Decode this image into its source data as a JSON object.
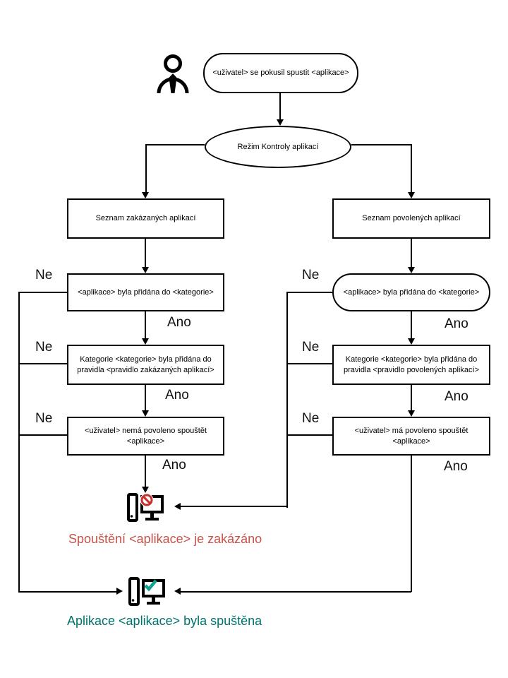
{
  "nodes": {
    "start": {
      "label": "<uživatel> se pokusil spustit <aplikace>"
    },
    "mode": {
      "label": "Režim Kontroly aplikací"
    },
    "denylist": {
      "label": "Seznam zakázaných aplikací"
    },
    "allowlist": {
      "label": "Seznam povolených aplikací"
    },
    "deny_category": {
      "label": "<aplikace> byla přidána do <kategorie>"
    },
    "allow_category": {
      "label": "<aplikace> byla přidána do <kategorie>"
    },
    "deny_rule": {
      "label": "Kategorie <kategorie> byla přidána do pravidla <pravidlo zakázaných aplikací>"
    },
    "allow_rule": {
      "label": "Kategorie <kategorie> byla přidána do pravidla <pravidlo povolených aplikací>"
    },
    "deny_user": {
      "label": "<uživatel> nemá povoleno spouštět <aplikace>"
    },
    "allow_user": {
      "label": "<uživatel> má povoleno spouštět <aplikace>"
    }
  },
  "edge_labels": {
    "no": "Ne",
    "yes": "Ano"
  },
  "outcomes": {
    "blocked": {
      "text": "Spouštění <aplikace> je zakázáno",
      "color": "#C75149"
    },
    "allowed": {
      "text": "Aplikace <aplikace> byla spuštěna",
      "color": "#00736B"
    }
  },
  "icons": {
    "user": "user-icon",
    "blocked": "computer-blocked-icon",
    "allowed": "computer-allowed-icon"
  },
  "colors": {
    "line": "#000000",
    "box_border": "#000000",
    "prohibition_red": "#C9302C",
    "check_green": "#0FA390"
  }
}
